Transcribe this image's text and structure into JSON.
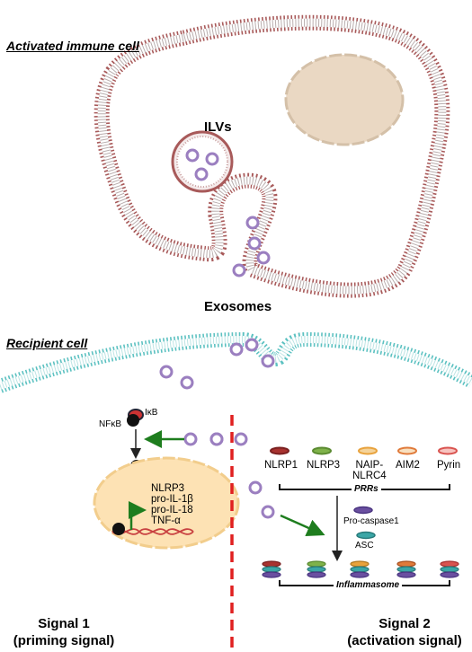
{
  "titles": {
    "activated_cell": "Activated immune cell",
    "recipient_cell": "Recipient cell"
  },
  "labels": {
    "ilvs": "ILVs",
    "exosomes": "Exosomes",
    "ikb": "IκB",
    "nfkb": "NFκB"
  },
  "genes": [
    "NLRP3",
    "pro-IL-1β",
    "pro-IL-18",
    "TNF-α"
  ],
  "prrs": {
    "items": [
      {
        "label": "NLRP1",
        "color": "#a8322f"
      },
      {
        "label": "NLRP3",
        "color": "#7fb24a"
      },
      {
        "label": "NAIP-\nNLRC4",
        "color": "#e8a23c"
      },
      {
        "label": "AIM2",
        "color": "#e07a3a"
      },
      {
        "label": "Pyrin",
        "color": "#d9534f"
      }
    ],
    "group_label": "PRRs"
  },
  "adaptors": {
    "procaspase": {
      "label": "Pro-caspase1",
      "color": "#6a4fa0"
    },
    "asc": {
      "label": "ASC",
      "color": "#3aa6a6"
    }
  },
  "inflammasome_label": "Inflammasome",
  "signals": {
    "signal1": {
      "title": "Signal 1",
      "subtitle": "(priming signal)"
    },
    "signal2": {
      "title": "Signal 2",
      "subtitle": "(activation signal)"
    }
  },
  "colors": {
    "activated_membrane": "#a85a5a",
    "recipient_membrane": "#5cc1c1",
    "nucleus_activated": "#ead8c3",
    "nucleus_recipient": "#fde2b4",
    "exosome": "#9b7fc0",
    "arrow_green": "#1e7d1e",
    "divider": "#e02020"
  }
}
